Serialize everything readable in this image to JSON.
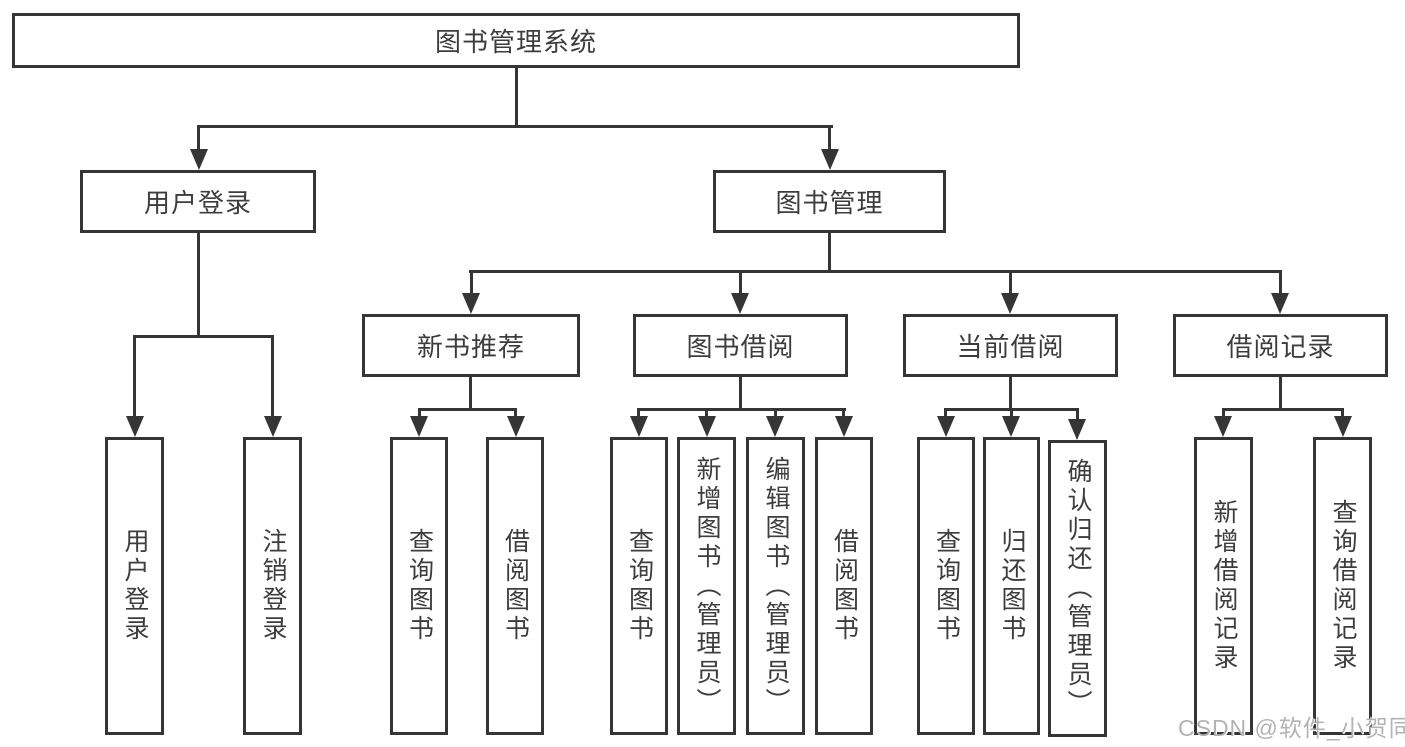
{
  "diagram": {
    "root": {
      "label": "图书管理系统"
    },
    "level2": [
      {
        "label": "用户登录"
      },
      {
        "label": "图书管理"
      }
    ],
    "level3": [
      {
        "label": "新书推荐"
      },
      {
        "label": "图书借阅"
      },
      {
        "label": "当前借阅"
      },
      {
        "label": "借阅记录"
      }
    ],
    "leaves": [
      {
        "label": "用户登录"
      },
      {
        "label": "注销登录"
      },
      {
        "label": "查询图书"
      },
      {
        "label": "借阅图书"
      },
      {
        "label": "查询图书"
      },
      {
        "label": "新增图书（管理员）"
      },
      {
        "label": "编辑图书（管理员）"
      },
      {
        "label": "借阅图书"
      },
      {
        "label": "查询图书"
      },
      {
        "label": "归还图书"
      },
      {
        "label": "确认归还（管理员）"
      },
      {
        "label": "新增借阅记录"
      },
      {
        "label": "查询借阅记录"
      }
    ],
    "watermark": "CSDN @软件_小贺同学",
    "colors": {
      "line": "#353535",
      "text": "#3d3d3d",
      "background": "#ffffff",
      "watermark": "#b3b3b3"
    }
  }
}
